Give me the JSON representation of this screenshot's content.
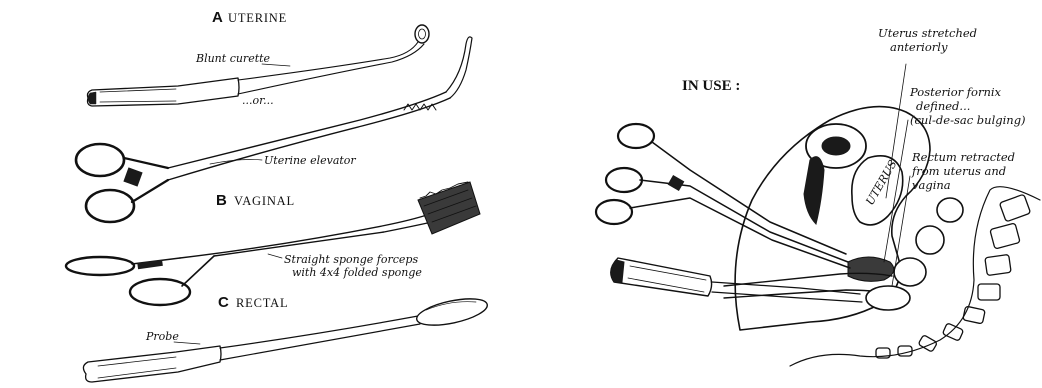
{
  "left_panel": {
    "section_a": {
      "letter": "A",
      "heading": "UTERINE"
    },
    "label_blunt_curette": "Blunt curette",
    "label_or": "...or...",
    "label_uterine_elevator": "Uterine elevator",
    "section_b": {
      "letter": "B",
      "heading": "VAGINAL"
    },
    "label_sponge_forceps_1": "Straight sponge forceps",
    "label_sponge_forceps_2": "with 4x4 folded sponge",
    "section_c": {
      "letter": "C",
      "heading": "RECTAL"
    },
    "label_probe": "Probe"
  },
  "right_panel": {
    "title": "IN USE :",
    "label_uterus_1": "Uterus stretched",
    "label_uterus_2": "anteriorly",
    "label_fornix_1": "Posterior fornix",
    "label_fornix_2": "defined...",
    "label_fornix_3": "(cul-de-sac bulging)",
    "label_rectum_1": "Rectum retracted",
    "label_rectum_2": "from uterus and",
    "label_rectum_3": "vagina",
    "label_organ": "UTERUS"
  }
}
